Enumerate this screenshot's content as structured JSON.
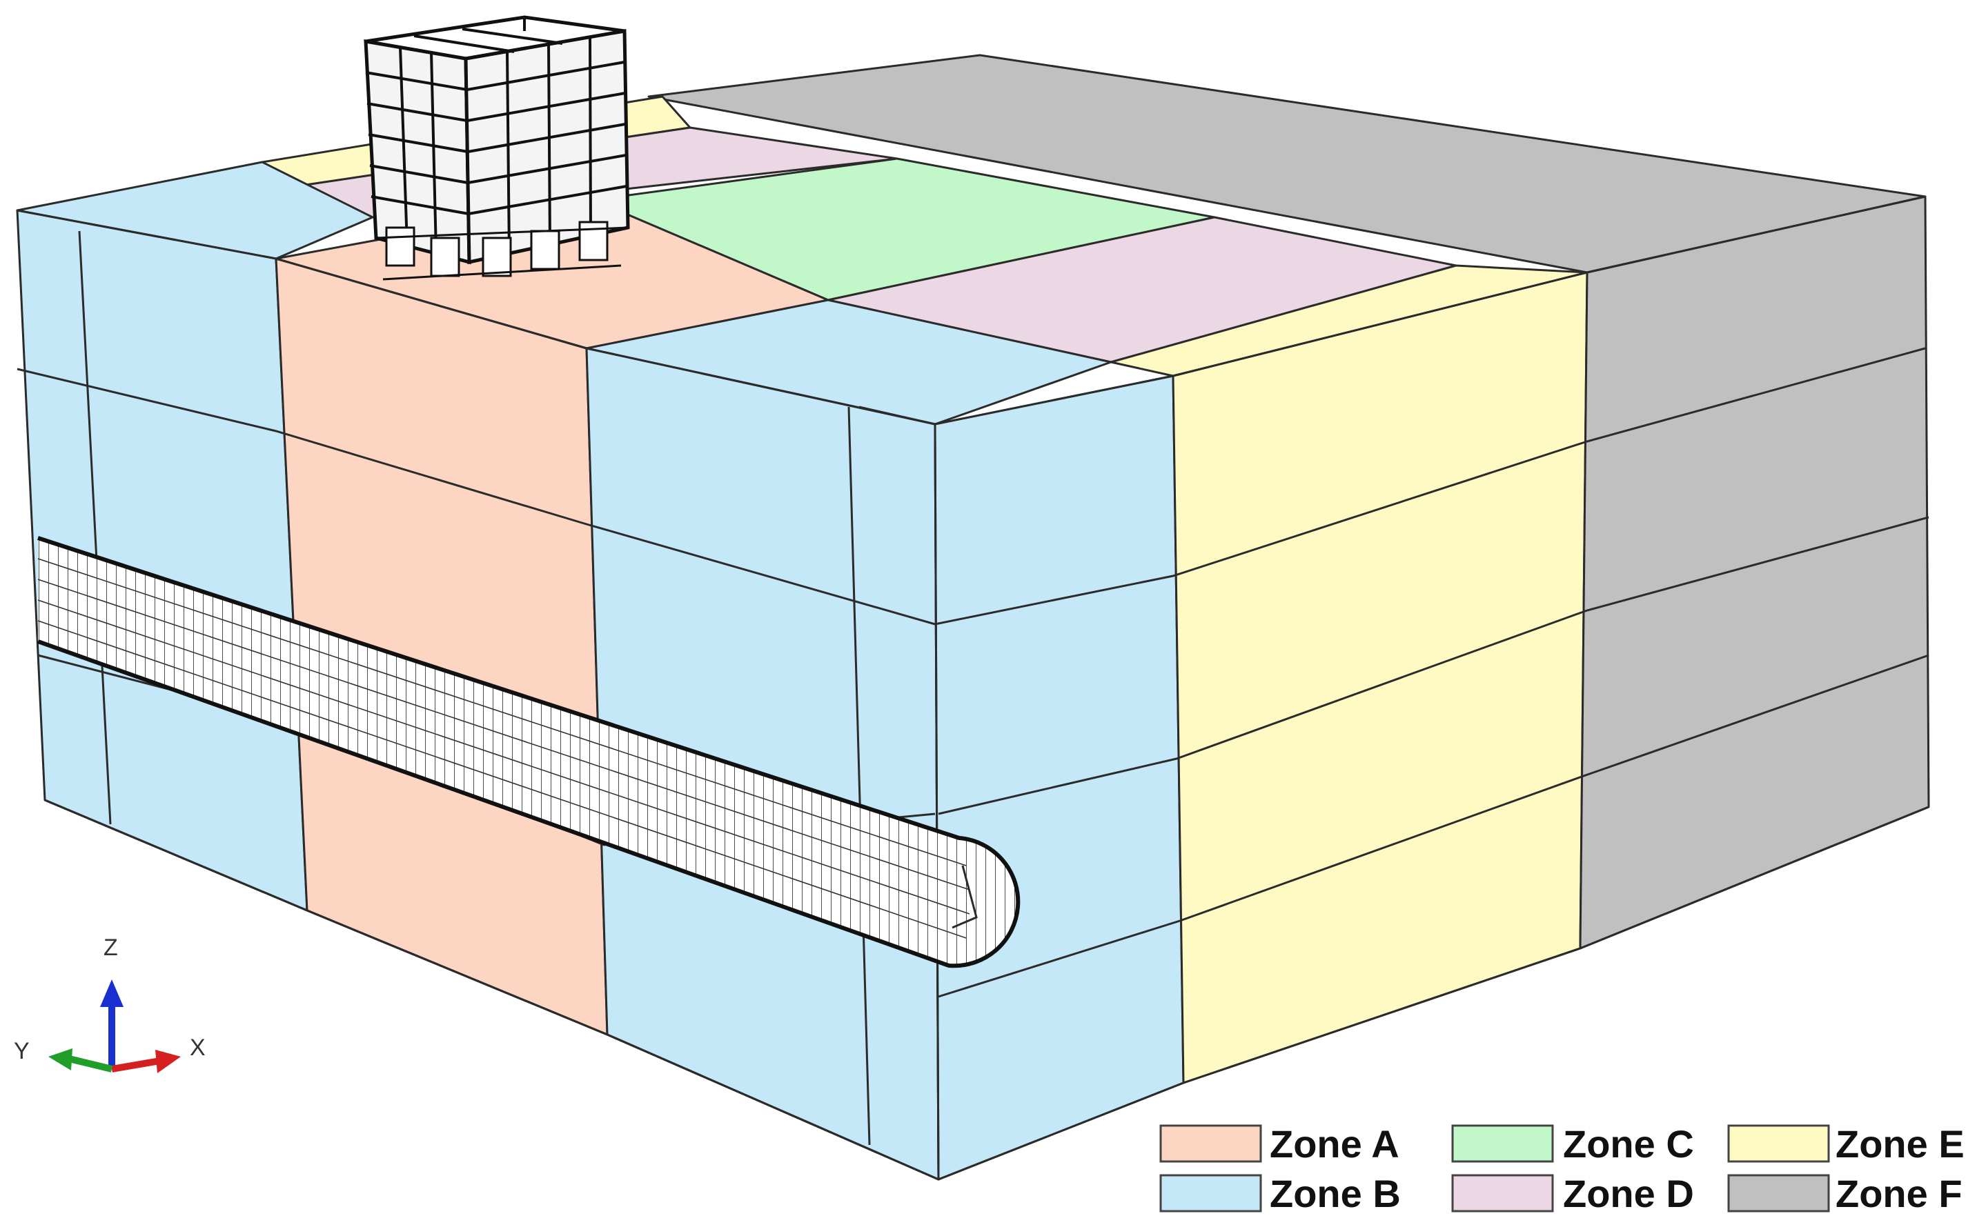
{
  "legend": [
    {
      "label": "Zone A",
      "color": "#fdd6c3"
    },
    {
      "label": "Zone B",
      "color": "#c5e8f8"
    },
    {
      "label": "Zone C",
      "color": "#c2f7c9"
    },
    {
      "label": "Zone D",
      "color": "#ecd7e5"
    },
    {
      "label": "Zone E",
      "color": "#fffac3"
    },
    {
      "label": "Zone F",
      "color": "#c0c0c0"
    }
  ],
  "axes": {
    "z": "Z",
    "y": "Y",
    "x": "X"
  },
  "colors": {
    "zoneA": "#fdd6c3",
    "zoneB": "#c5e8f8",
    "zoneC": "#c2f7c9",
    "zoneD": "#ecd7e5",
    "zoneE": "#fffac3",
    "zoneF": "#c0c0c0",
    "axisZ": "#1a2fd0",
    "axisX": "#d42020",
    "axisY": "#1f9e2a"
  }
}
